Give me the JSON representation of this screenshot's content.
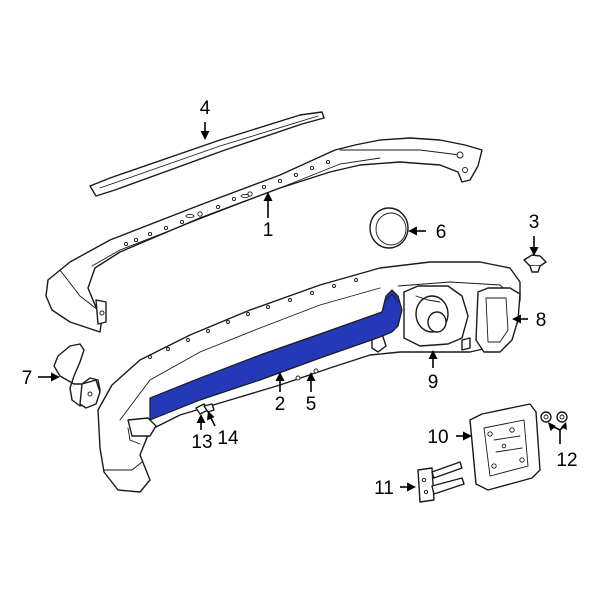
{
  "diagram": {
    "highlight_color": "#2438b8",
    "line_color": "#1a1a1a",
    "callouts": [
      {
        "id": "1",
        "label": "1"
      },
      {
        "id": "2",
        "label": "2"
      },
      {
        "id": "3",
        "label": "3"
      },
      {
        "id": "4",
        "label": "4"
      },
      {
        "id": "5",
        "label": "5"
      },
      {
        "id": "6",
        "label": "6"
      },
      {
        "id": "7",
        "label": "7"
      },
      {
        "id": "8",
        "label": "8"
      },
      {
        "id": "9",
        "label": "9"
      },
      {
        "id": "10",
        "label": "10"
      },
      {
        "id": "11",
        "label": "11"
      },
      {
        "id": "12",
        "label": "12"
      },
      {
        "id": "13",
        "label": "13"
      },
      {
        "id": "14",
        "label": "14"
      }
    ]
  }
}
